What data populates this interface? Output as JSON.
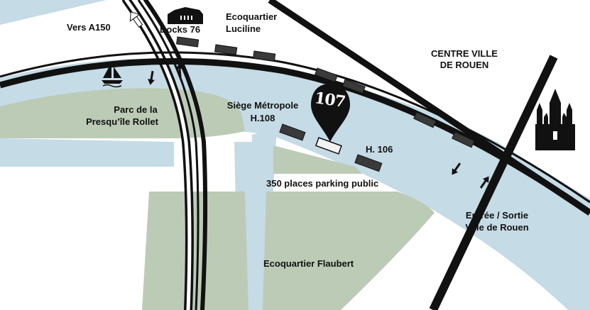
{
  "colors": {
    "water": "#c5dbe5",
    "park": "#bccbb6",
    "road": "#111111",
    "building": "#3a3a3a",
    "highlight": "#f2f2f2",
    "background": "#ffffff"
  },
  "labels": {
    "vers_a150": "Vers A150",
    "docks_76": "Docks 76",
    "ecoquartier_luciline_line1": "Ecoquartier",
    "ecoquartier_luciline_line2": "Luciline",
    "centre_ville_line1": "CENTRE VILLE",
    "centre_ville_line2": "DE ROUEN",
    "parc_line1": "Parc de la",
    "parc_line2": "Presqu’île Rollet",
    "siege_line1": "Siège Métropole",
    "siege_line2": "H.108",
    "h106": "H. 106",
    "parking": "350 places parking public",
    "entree_line1": "Entrée / Sortie",
    "entree_line2": "Ville de Rouen",
    "ecoquartier_flaubert": "Ecoquartier Flaubert"
  },
  "marker": {
    "text": "107"
  },
  "icons": {
    "sailboat": "sailboat-icon",
    "cathedral": "cathedral-icon",
    "docks": "docks-building-icon",
    "marker": "location-pin-icon",
    "arrows": "direction-arrow-icon"
  }
}
